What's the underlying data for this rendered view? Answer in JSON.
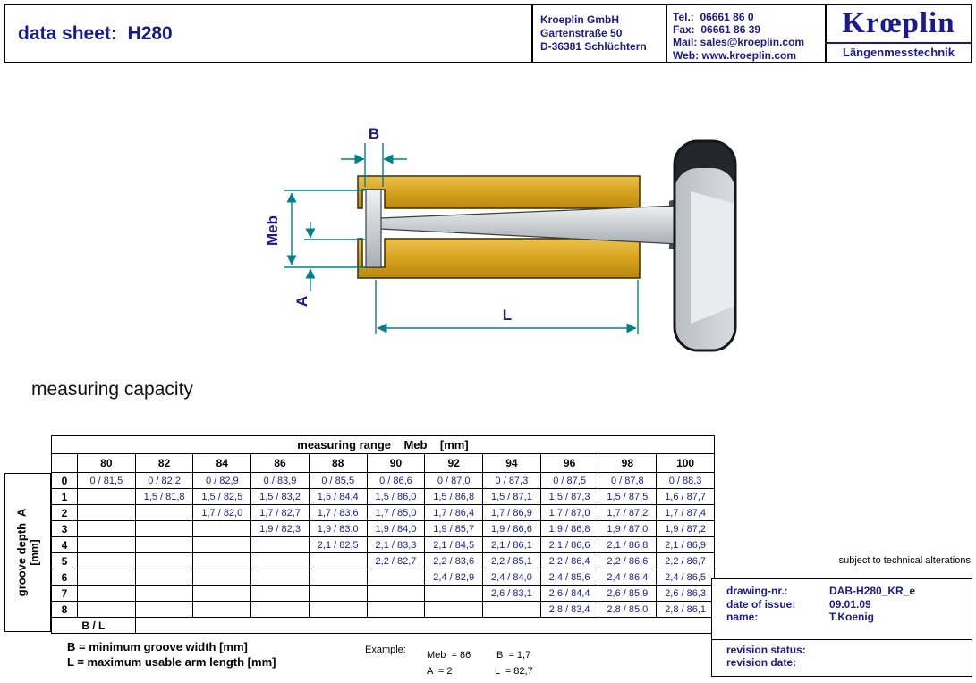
{
  "header": {
    "title": "data sheet:  H280",
    "company": {
      "name": "Kroeplin GmbH",
      "street": "Gartenstraße 50",
      "city": "D-36381 Schlüchtern"
    },
    "contact": {
      "tel": "Tel.:  06661 86 0",
      "fax": "Fax:  06661 86 39",
      "mail": "Mail: sales@kroeplin.com",
      "web": "Web: www.kroeplin.com"
    },
    "logo": {
      "name": "Krœplin",
      "subtitle": "Längenmesstechnik"
    }
  },
  "drawing": {
    "labels": {
      "b": "B",
      "meb": "Meb",
      "a": "A",
      "l": "L"
    }
  },
  "section_title": "measuring capacity",
  "table": {
    "title": "measuring range    Meb    [mm]",
    "row_axis_label": "groove depth  A",
    "row_axis_unit": "[mm]",
    "columns": [
      "80",
      "82",
      "84",
      "86",
      "88",
      "90",
      "92",
      "94",
      "96",
      "98",
      "100"
    ],
    "rows": [
      {
        "label": "0",
        "cells": [
          "0 / 81,5",
          "0 / 82,2",
          "0 / 82,9",
          "0 / 83,9",
          "0 / 85,5",
          "0 / 86,6",
          "0 / 87,0",
          "0 / 87,3",
          "0 / 87,5",
          "0 / 87,8",
          "0 / 88,3"
        ]
      },
      {
        "label": "1",
        "cells": [
          "",
          "1,5 / 81,8",
          "1,5 / 82,5",
          "1,5 / 83,2",
          "1,5 / 84,4",
          "1,5 / 86,0",
          "1,5 / 86,8",
          "1,5 / 87,1",
          "1,5 / 87,3",
          "1,5 / 87,5",
          "1,6 / 87,7"
        ]
      },
      {
        "label": "2",
        "cells": [
          "",
          "",
          "1,7 / 82,0",
          "1,7 / 82,7",
          "1,7 / 83,6",
          "1,7 / 85,0",
          "1,7 / 86,4",
          "1,7 / 86,9",
          "1,7 / 87,0",
          "1,7 / 87,2",
          "1,7 / 87,4"
        ]
      },
      {
        "label": "3",
        "cells": [
          "",
          "",
          "",
          "1,9 / 82,3",
          "1,9 / 83,0",
          "1,9 / 84,0",
          "1,9 / 85,7",
          "1,9 / 86,6",
          "1,9 / 86,8",
          "1,9 / 87,0",
          "1,9 / 87,2"
        ]
      },
      {
        "label": "4",
        "cells": [
          "",
          "",
          "",
          "",
          "2,1 / 82,5",
          "2,1 / 83,3",
          "2,1 / 84,5",
          "2,1 / 86,1",
          "2,1 / 86,6",
          "2,1 / 86,8",
          "2,1 / 86,9"
        ]
      },
      {
        "label": "5",
        "cells": [
          "",
          "",
          "",
          "",
          "",
          "2,2 / 82,7",
          "2,2 / 83,6",
          "2,2 / 85,1",
          "2,2 / 86,4",
          "2,2 / 86,6",
          "2,2 / 86,7"
        ]
      },
      {
        "label": "6",
        "cells": [
          "",
          "",
          "",
          "",
          "",
          "",
          "2,4 / 82,9",
          "2,4 / 84,0",
          "2,4 / 85,6",
          "2,4 / 86,4",
          "2,4 / 86,5"
        ]
      },
      {
        "label": "7",
        "cells": [
          "",
          "",
          "",
          "",
          "",
          "",
          "",
          "2,6 / 83,1",
          "2,6 / 84,4",
          "2,6 / 85,9",
          "2,6 / 86,3"
        ]
      },
      {
        "label": "8",
        "cells": [
          "",
          "",
          "",
          "",
          "",
          "",
          "",
          "",
          "2,8 / 83,4",
          "2,8 / 85,0",
          "2,8 / 86,1"
        ]
      },
      {
        "label": "B / L",
        "cells": [
          "",
          "",
          "",
          "",
          "",
          "",
          "",
          "",
          "",
          "",
          ""
        ]
      }
    ]
  },
  "legend": {
    "b_definition": "B = minimum groove width [mm]",
    "l_definition": "L = maximum usable arm length [mm]",
    "example_label": "Example:",
    "example_meb": "Meb  = 86",
    "example_b": "B  = 1,7",
    "example_a": "A  = 2",
    "example_l": "L  = 82,7"
  },
  "footer": {
    "note": "subject to technical alterations",
    "info": [
      {
        "label": "drawing-nr.:",
        "value": "DAB-H280_KR_e"
      },
      {
        "label": "date of issue:",
        "value": "09.01.09"
      },
      {
        "label": "name:",
        "value": "T.Koenig"
      },
      {
        "label": "revision status:",
        "value": ""
      },
      {
        "label": "revision date:",
        "value": ""
      }
    ]
  },
  "colors": {
    "navy": "#1a1a8c",
    "teal": "#00808a",
    "gold": "#d4a017"
  }
}
